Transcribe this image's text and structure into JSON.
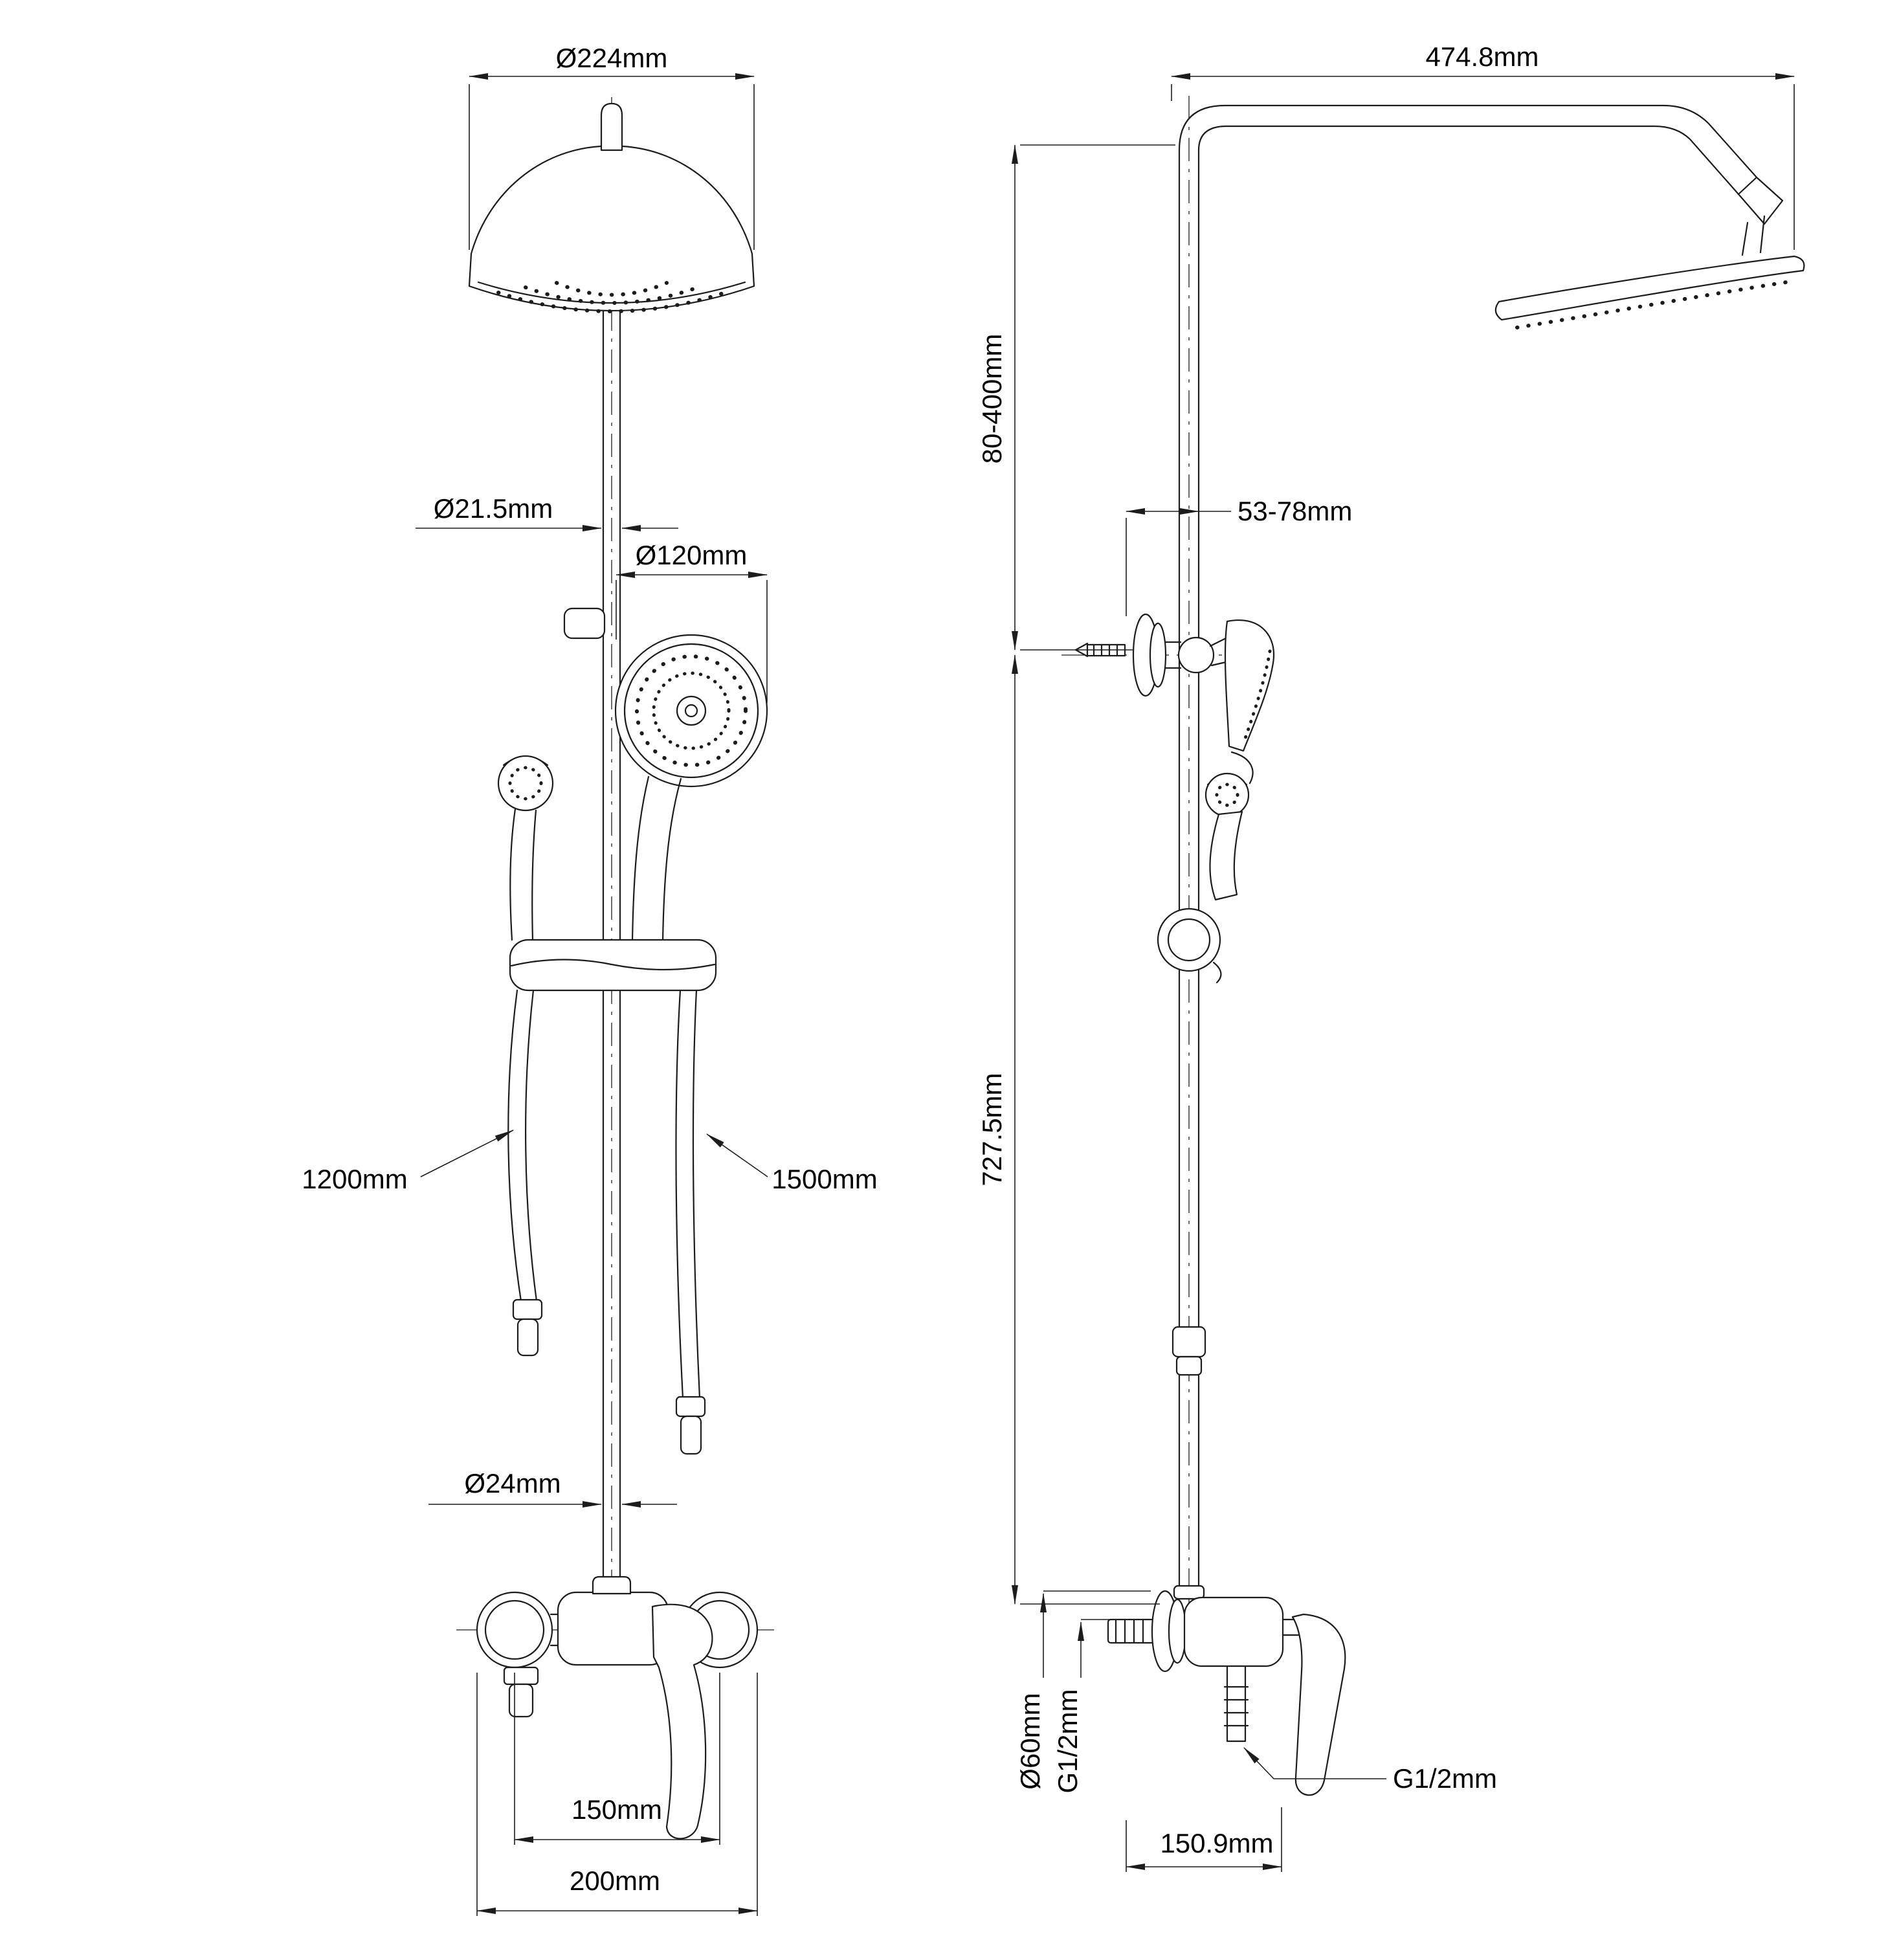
{
  "page": {
    "background": "#ffffff",
    "line_color": "#1c1c1c"
  },
  "front_view": {
    "dims": {
      "head_diameter": "Ø224mm",
      "riser_diameter": "Ø21.5mm",
      "hand_shower_diameter": "Ø120mm",
      "spray_hose_length": "1200mm",
      "shower_hose_length": "1500mm",
      "pipe_diameter": "Ø24mm",
      "valve_hole_spacing": "150mm",
      "valve_width": "200mm"
    }
  },
  "side_view": {
    "dims": {
      "arm_reach": "474.8mm",
      "head_height_range": "80-400mm",
      "wall_clearance": "53-78mm",
      "riser_height": "727.5mm",
      "escutcheon_diameter": "Ø60mm",
      "inlet_thread": "G1/2mm",
      "outlet_thread": "G1/2mm",
      "valve_offset": "150.9mm"
    }
  }
}
